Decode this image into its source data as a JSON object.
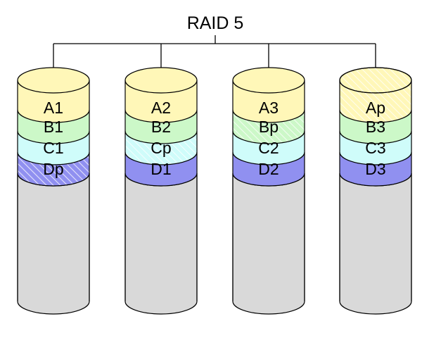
{
  "title": "RAID 5",
  "colors": {
    "A": "#fff7b8",
    "B": "#ccf8c8",
    "C": "#cffcfa",
    "D": "#9090f0",
    "empty": "#d9d9d9",
    "parity_hatch": "#ffffff",
    "stroke": "#000000"
  },
  "disks": [
    {
      "blocks": [
        {
          "label": "A1",
          "group": "A",
          "parity": false
        },
        {
          "label": "B1",
          "group": "B",
          "parity": false
        },
        {
          "label": "C1",
          "group": "C",
          "parity": false
        },
        {
          "label": "Dp",
          "group": "D",
          "parity": true
        }
      ]
    },
    {
      "blocks": [
        {
          "label": "A2",
          "group": "A",
          "parity": false
        },
        {
          "label": "B2",
          "group": "B",
          "parity": false
        },
        {
          "label": "Cp",
          "group": "C",
          "parity": true
        },
        {
          "label": "D1",
          "group": "D",
          "parity": false
        }
      ]
    },
    {
      "blocks": [
        {
          "label": "A3",
          "group": "A",
          "parity": false
        },
        {
          "label": "Bp",
          "group": "B",
          "parity": true
        },
        {
          "label": "C2",
          "group": "C",
          "parity": false
        },
        {
          "label": "D2",
          "group": "D",
          "parity": false
        }
      ]
    },
    {
      "blocks": [
        {
          "label": "Ap",
          "group": "A",
          "parity": true
        },
        {
          "label": "B3",
          "group": "B",
          "parity": false
        },
        {
          "label": "C3",
          "group": "C",
          "parity": false
        },
        {
          "label": "D3",
          "group": "D",
          "parity": false
        }
      ]
    }
  ]
}
